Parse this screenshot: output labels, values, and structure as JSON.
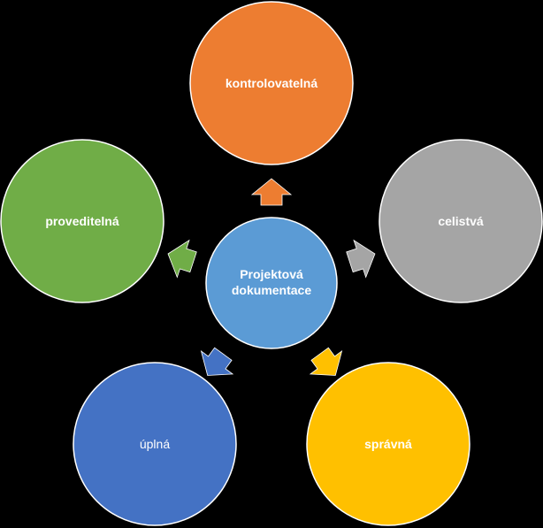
{
  "center": {
    "line1": "Projektová",
    "line2": "dokumentace",
    "color": "#5B9BD5"
  },
  "nodes": [
    {
      "id": "kontrolovatelna",
      "label": "kontrolovatelná",
      "color": "#ED7D31"
    },
    {
      "id": "celistva",
      "label": "celistvá",
      "color": "#A5A5A5"
    },
    {
      "id": "spravna",
      "label": "správná",
      "color": "#FFC000"
    },
    {
      "id": "uplna",
      "label": "úplná",
      "color": "#4472C4"
    },
    {
      "id": "proveditelna",
      "label": "proveditelná",
      "color": "#70AD47"
    }
  ],
  "outline_color": "#ffffff",
  "background_color": "#000000"
}
